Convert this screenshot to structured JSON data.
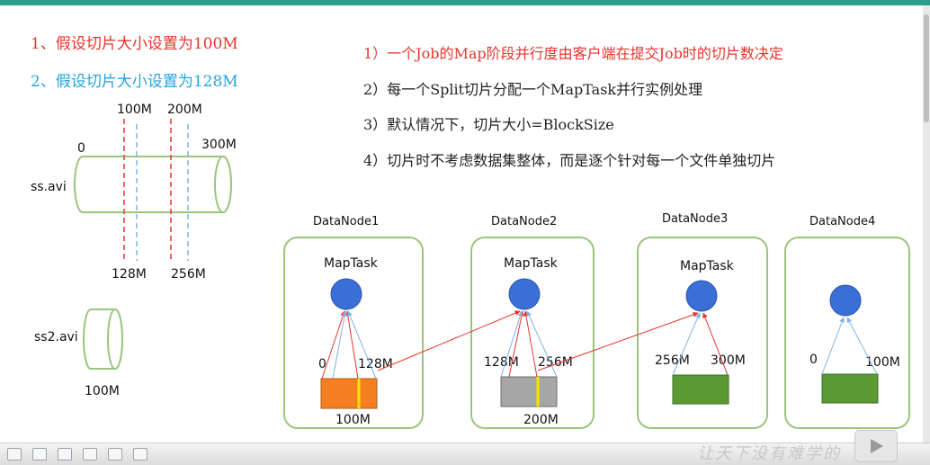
{
  "left_items": [
    {
      "num": "1、",
      "text": "假设切片大小设置为100M"
    },
    {
      "num": "2、",
      "text": "假设切片大小设置为128M"
    }
  ],
  "right_items": [
    {
      "num": "1）",
      "text": "一个Job的Map阶段并行度由客户端在提交Job时的切片数决定"
    },
    {
      "num": "2）",
      "text": "每一个Split切片分配一个MapTask并行实例处理"
    },
    {
      "num": "3）",
      "text": "默认情况下，切片大小=BlockSize"
    },
    {
      "num": "4）",
      "text": "切片时不考虑数据集整体，而是逐个针对每一个文件单独切片"
    }
  ],
  "file1": {
    "name": "ss.avi",
    "start": "0",
    "end": "300M",
    "mark_100": "100M",
    "mark_200": "200M",
    "mark_128": "128M",
    "mark_256": "256M"
  },
  "file2": {
    "name": "ss2.avi",
    "size": "100M"
  },
  "task_label": "MapTask",
  "datanodes": [
    {
      "name": "DataNode1",
      "left": "0",
      "right": "128M",
      "below": "100M"
    },
    {
      "name": "DataNode2",
      "left": "128M",
      "right": "256M",
      "below": "200M"
    },
    {
      "name": "DataNode3",
      "left": "256M",
      "right": "300M",
      "below": ""
    },
    {
      "name": "DataNode4",
      "left": "0",
      "right": "100M",
      "below": ""
    }
  ],
  "watermark": "让天下没有难学的",
  "colors": {
    "red": "#e8342a",
    "blue": "#22a4e0",
    "green_border": "#9bc57d",
    "circle": "#3a6fd8",
    "block_orange": "#f47e20",
    "block_gray": "#a6a6a6",
    "block_green": "#5b9a32",
    "split_yellow": "#f5e600"
  }
}
